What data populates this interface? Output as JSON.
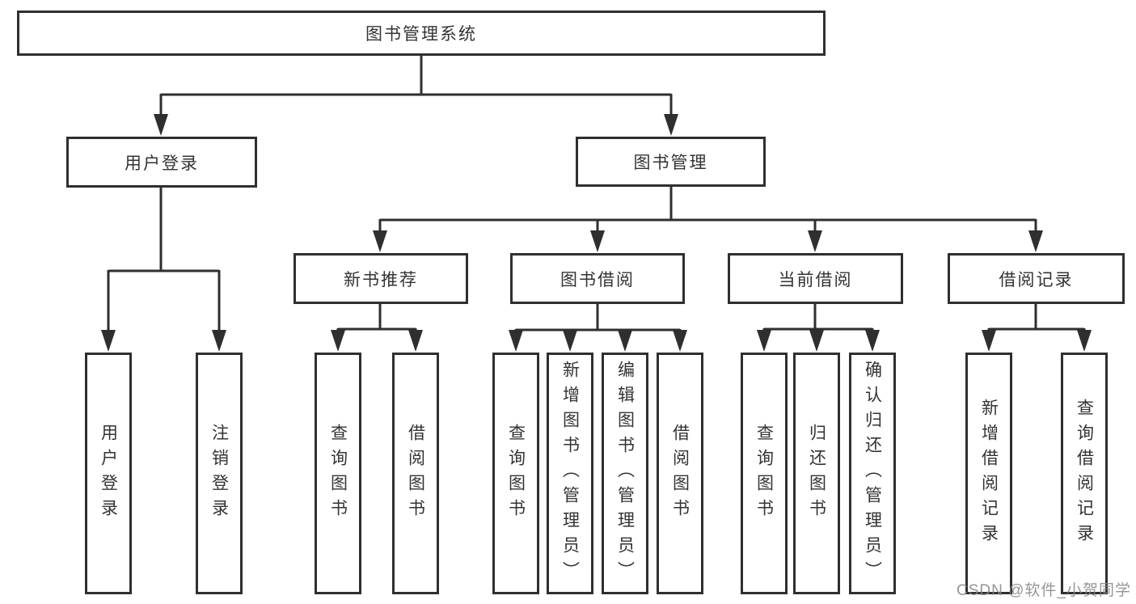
{
  "diagram": {
    "root": {
      "label": "图书管理系统"
    },
    "level2": [
      {
        "label": "用户登录"
      },
      {
        "label": "图书管理"
      }
    ],
    "level3": [
      {
        "label": "新书推荐"
      },
      {
        "label": "图书借阅"
      },
      {
        "label": "当前借阅"
      },
      {
        "label": "借阅记录"
      }
    ],
    "leaves": {
      "user_login": [
        {
          "label": "用户登录"
        },
        {
          "label": "注销登录"
        }
      ],
      "new_book_recommend": [
        {
          "label": "查询图书"
        },
        {
          "label": "借阅图书"
        }
      ],
      "book_borrowing": [
        {
          "label": "查询图书"
        },
        {
          "label": "新增图书（管理员）"
        },
        {
          "label": "编辑图书（管理员）"
        },
        {
          "label": "借阅图书"
        }
      ],
      "current_borrowing": [
        {
          "label": "查询图书"
        },
        {
          "label": "归还图书"
        },
        {
          "label": "确认归还（管理员）"
        }
      ],
      "borrowing_records": [
        {
          "label": "新增借阅记录"
        },
        {
          "label": "查询借阅记录"
        }
      ]
    }
  },
  "watermark": {
    "text": "CSDN @软件_小贺同学"
  },
  "colors": {
    "line": "#2f2f2f",
    "text": "#333333",
    "background": "#ffffff",
    "watermark": "#878787"
  }
}
